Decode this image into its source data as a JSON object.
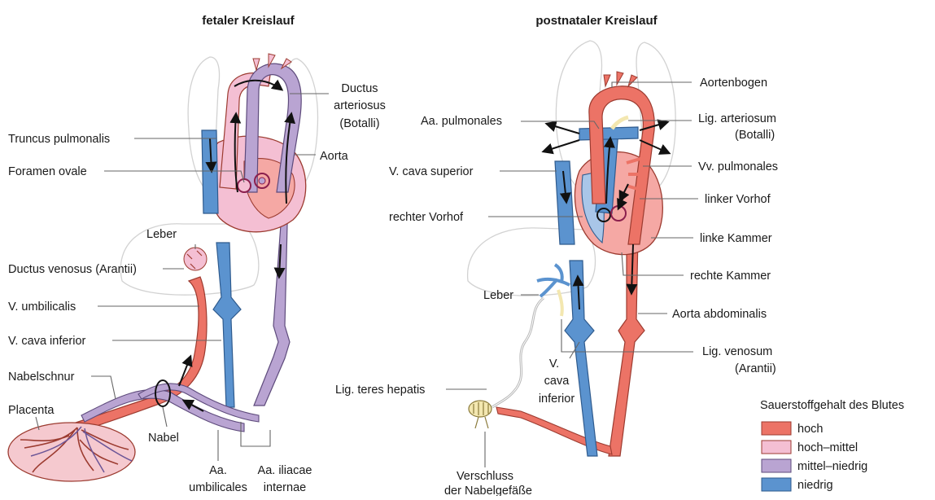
{
  "colors": {
    "hoch": "#ec7366",
    "hoch_mittel": "#f4bfd3",
    "mittel_niedrig": "#b9a4d2",
    "niedrig": "#5b93cf"
  },
  "fetal": {
    "title": "fetaler Kreislauf",
    "labels": {
      "ductus_arteriosus_1": "Ductus",
      "ductus_arteriosus_2": "arteriosus",
      "ductus_arteriosus_3": "(Botalli)",
      "truncus_pulmonalis": "Truncus pulmonalis",
      "aorta": "Aorta",
      "foramen_ovale": "Foramen ovale",
      "leber": "Leber",
      "ductus_venosus": "Ductus venosus (Arantii)",
      "v_umbilicalis": "V. umbilicalis",
      "v_cava_inferior": "V. cava inferior",
      "nabelschnur": "Nabelschnur",
      "placenta": "Placenta",
      "nabel": "Nabel",
      "aa_umbilicales_1": "Aa.",
      "aa_umbilicales_2": "umbilicales",
      "aa_iliacae_1": "Aa. iliacae",
      "aa_iliacae_2": "internae"
    }
  },
  "postnatal": {
    "title": "postnataler  Kreislauf",
    "labels": {
      "aortenbogen": "Aortenbogen",
      "aa_pulmonales": "Aa. pulmonales",
      "lig_arteriosum_1": "Lig. arteriosum",
      "lig_arteriosum_2": "(Botalli)",
      "v_cava_superior": "V.  cava superior",
      "vv_pulmonales": "Vv. pulmonales",
      "linker_vorhof": "linker Vorhof",
      "rechter_vorhof": "rechter Vorhof",
      "linke_kammer": "linke Kammer",
      "leber": "Leber",
      "rechte_kammer": "rechte Kammer",
      "aorta_abdominalis": "Aorta abdominalis",
      "lig_venosum_1": "Lig. venosum",
      "lig_venosum_2": "(Arantii)",
      "v_cava_inferior_1": "V.",
      "v_cava_inferior_2": "cava",
      "v_cava_inferior_3": "inferior",
      "lig_teres_hepatis": "Lig. teres hepatis",
      "verschluss_1": "Verschluss",
      "verschluss_2": "der Nabelgefäße"
    }
  },
  "legend": {
    "title": "Sauerstoffgehalt des Blutes",
    "items": [
      {
        "label": "hoch",
        "color": "#ec7366"
      },
      {
        "label": "hoch–mittel",
        "color": "#f4bfd3"
      },
      {
        "label": "mittel–niedrig",
        "color": "#b9a4d2"
      },
      {
        "label": "niedrig",
        "color": "#5b93cf"
      }
    ]
  }
}
